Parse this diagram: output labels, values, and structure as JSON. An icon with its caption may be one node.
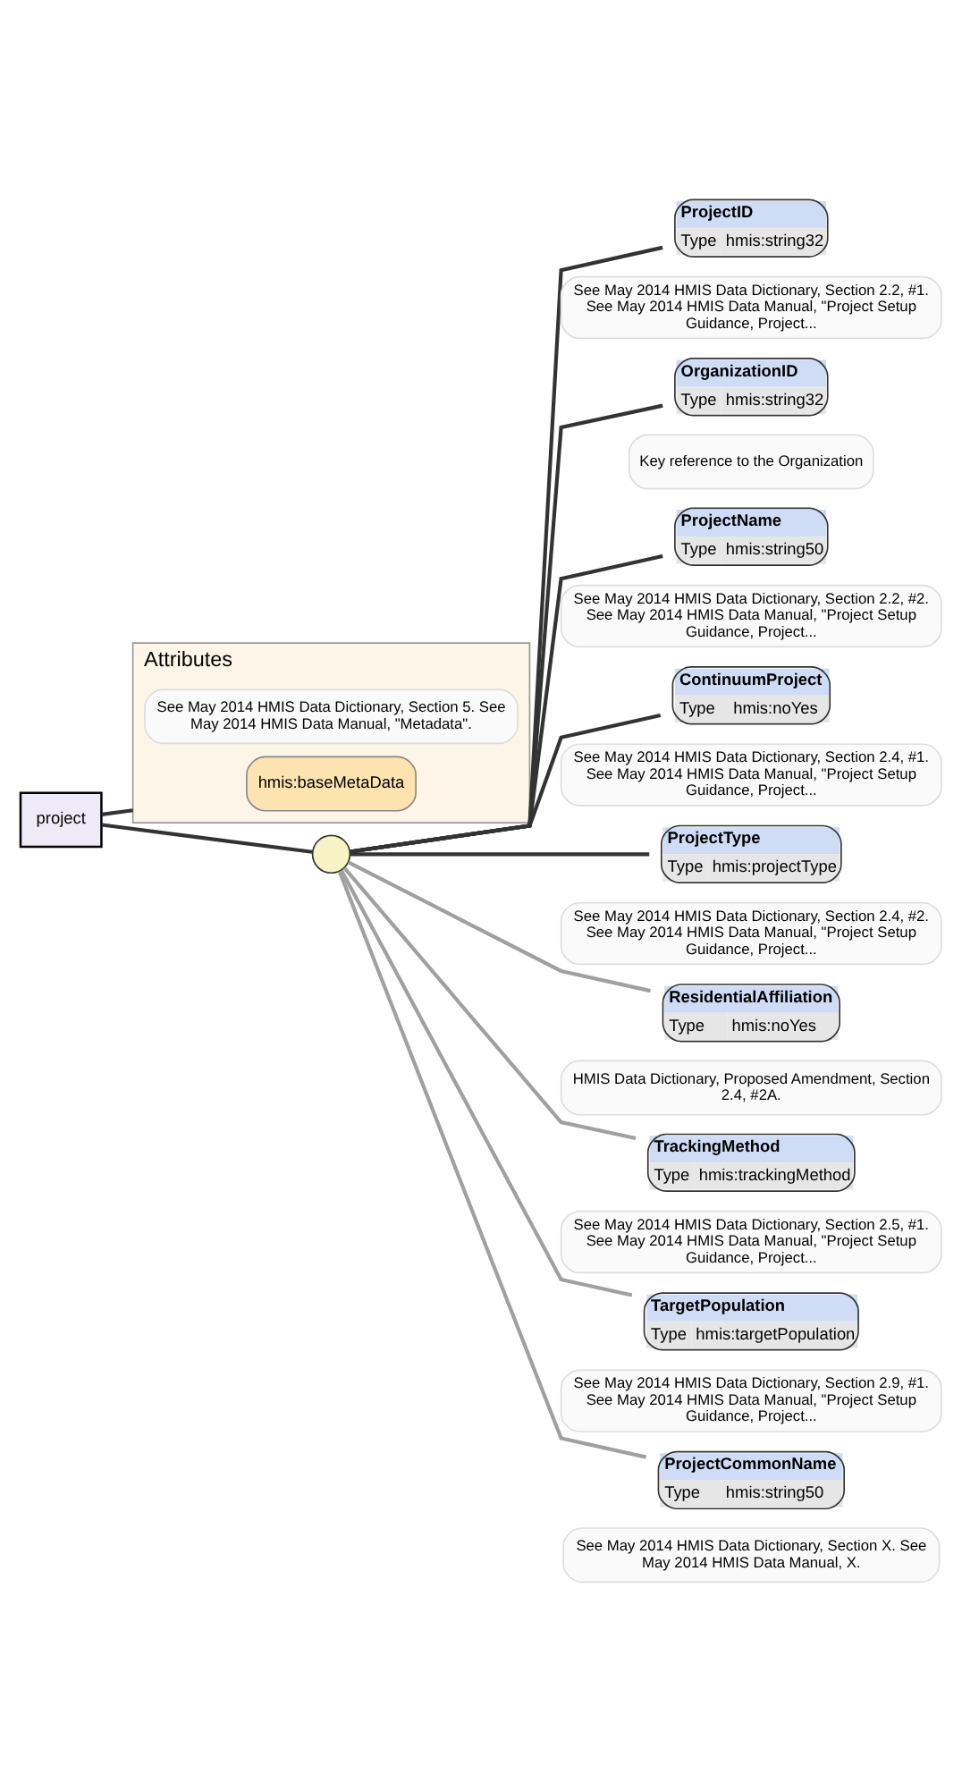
{
  "diagram": {
    "nodes": [
      {
        "text": [
          "project"
        ]
      },
      {
        "text": [
          "Attributes"
        ]
      },
      {
        "text": [
          "hmis:baseMetaData"
        ],
        "in": 1,
        "beside": [
          "See May 2014 HMIS Data Dictionary, Section 5. See May 2014 HMIS Data Manual, \"Metadata\"."
        ]
      },
      {
        "text": [],
        "shape": "circle"
      },
      {
        "text": [
          "ProjectID",
          "Type",
          "hmis:string32"
        ],
        "beside": [
          "See May 2014 HMIS Data Dictionary, Section 2.2, #1. See May 2014 HMIS Data Manual, \"Project Setup Guidance, Project..."
        ]
      },
      {
        "text": [
          "OrganizationID",
          "Type",
          "hmis:string32"
        ],
        "beside": [
          "Key reference to the Organization"
        ]
      },
      {
        "text": [
          "ProjectName",
          "Type",
          "hmis:string50"
        ],
        "beside": [
          "See May 2014 HMIS Data Dictionary, Section 2.2, #2. See May 2014 HMIS Data Manual, \"Project Setup Guidance, Project..."
        ]
      },
      {
        "text": [
          "ContinuumProject",
          "Type",
          "hmis:noYes"
        ],
        "beside": [
          "See May 2014 HMIS Data Dictionary, Section 2.4, #1. See May 2014 HMIS Data Manual, \"Project Setup Guidance, Project..."
        ]
      },
      {
        "text": [
          "ProjectType",
          "Type",
          "hmis:projectType"
        ],
        "beside": [
          "See May 2014 HMIS Data Dictionary, Section 2.4, #2. See May 2014 HMIS Data Manual, \"Project Setup Guidance, Project..."
        ]
      },
      {
        "text": [
          "ResidentialAffiliation",
          "Type",
          "hmis:noYes"
        ],
        "beside": [
          "HMIS Data Dictionary, Proposed Amendment, Section 2.4, #2A."
        ]
      },
      {
        "text": [
          "TrackingMethod",
          "Type",
          "hmis:trackingMethod"
        ],
        "beside": [
          "See May 2014 HMIS Data Dictionary, Section 2.5, #1. See May 2014 HMIS Data Manual, \"Project Setup Guidance, Project..."
        ]
      },
      {
        "text": [
          "TargetPopulation",
          "Type",
          "hmis:targetPopulation"
        ],
        "beside": [
          "See May 2014 HMIS Data Dictionary, Section 2.9, #1. See May 2014 HMIS Data Manual, \"Project Setup Guidance, Project..."
        ]
      },
      {
        "text": [
          "ProjectCommonName",
          "Type",
          "hmis:string50"
        ],
        "beside": [
          "See May 2014 HMIS Data Dictionary, Section X. See May 2014 HMIS Data Manual, X."
        ]
      }
    ],
    "edges": [
      {
        "from": 0,
        "to": 1,
        "arrow": "none"
      },
      {
        "from": 0,
        "to": 3,
        "arrow": "none"
      },
      {
        "from": 3,
        "to": 4,
        "arrow": "none"
      },
      {
        "from": 3,
        "to": 5,
        "arrow": "none"
      },
      {
        "from": 3,
        "to": 6,
        "arrow": "none"
      },
      {
        "from": 3,
        "to": 7,
        "arrow": "none"
      },
      {
        "from": 3,
        "to": 8,
        "arrow": "none"
      },
      {
        "from": 3,
        "to": 9,
        "arrow": "none",
        "color": "#a0a0a0"
      },
      {
        "from": 3,
        "to": 10,
        "arrow": "none",
        "color": "#a0a0a0"
      },
      {
        "from": 3,
        "to": 11,
        "arrow": "none",
        "color": "#a0a0a0"
      },
      {
        "from": 3,
        "to": 12,
        "arrow": "none",
        "color": "#a0a0a0"
      }
    ]
  }
}
